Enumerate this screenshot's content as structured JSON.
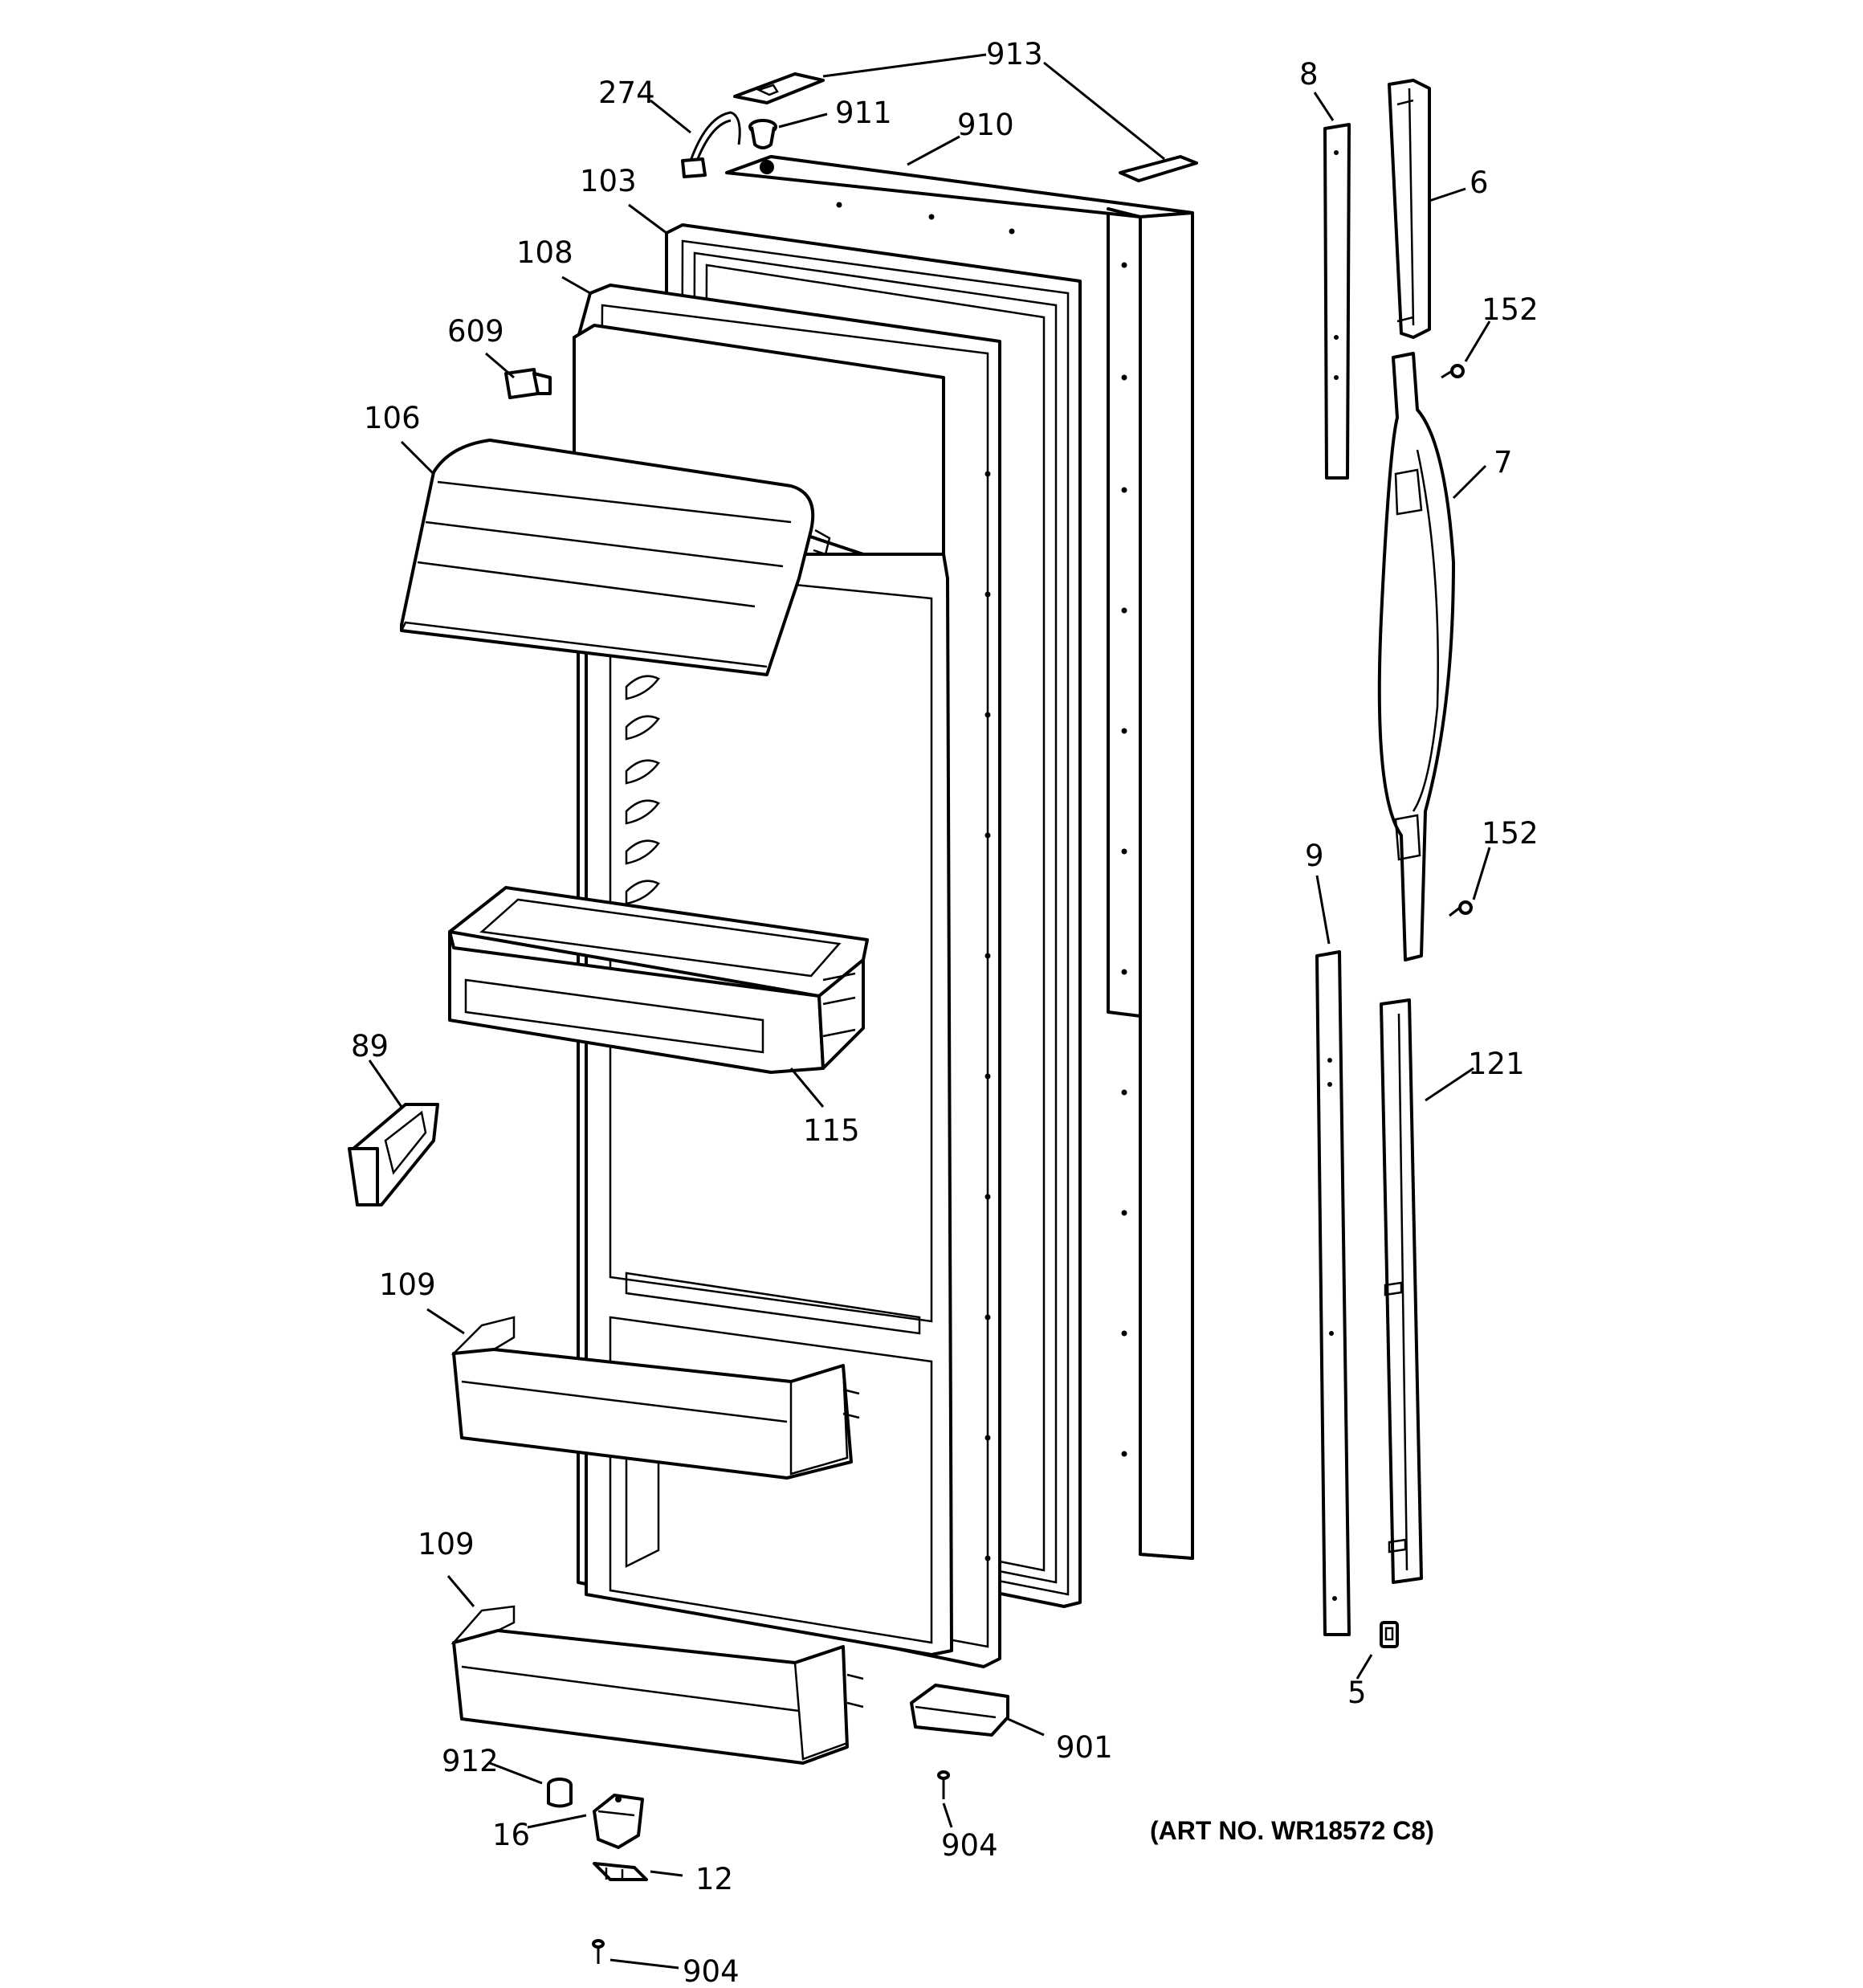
{
  "diagram": {
    "art_number": "(ART NO. WR18572 C8)",
    "parts": [
      {
        "id": "p913a",
        "label": "913",
        "name": "gasket-pad-top"
      },
      {
        "id": "p913b",
        "label": "913",
        "name": "gasket-pad-right"
      },
      {
        "id": "p274",
        "label": "274",
        "name": "door-switch-wire"
      },
      {
        "id": "p911",
        "label": "911",
        "name": "bushing-top"
      },
      {
        "id": "p910",
        "label": "910",
        "name": "door-outer-panel"
      },
      {
        "id": "p103",
        "label": "103",
        "name": "door-gasket"
      },
      {
        "id": "p108",
        "label": "108",
        "name": "door-liner-frame"
      },
      {
        "id": "p609",
        "label": "609",
        "name": "switch-cap"
      },
      {
        "id": "p106",
        "label": "106",
        "name": "dairy-compartment-door"
      },
      {
        "id": "p115",
        "label": "115",
        "name": "deep-door-bin"
      },
      {
        "id": "p89",
        "label": "89",
        "name": "can-rack"
      },
      {
        "id": "p109a",
        "label": "109",
        "name": "door-shelf-upper"
      },
      {
        "id": "p109b",
        "label": "109",
        "name": "door-shelf-lower"
      },
      {
        "id": "p912",
        "label": "912",
        "name": "hinge-bushing"
      },
      {
        "id": "p16",
        "label": "16",
        "name": "hinge-bracket"
      },
      {
        "id": "p12",
        "label": "12",
        "name": "hinge-pin-plate"
      },
      {
        "id": "p904a",
        "label": "904",
        "name": "screw-bottom"
      },
      {
        "id": "p901",
        "label": "901",
        "name": "door-stop"
      },
      {
        "id": "p904b",
        "label": "904",
        "name": "screw-mid"
      },
      {
        "id": "p8",
        "label": "8",
        "name": "trim-strip-upper"
      },
      {
        "id": "p6",
        "label": "6",
        "name": "handle-cap-top"
      },
      {
        "id": "p152a",
        "label": "152",
        "name": "handle-screw-upper"
      },
      {
        "id": "p7",
        "label": "7",
        "name": "door-handle"
      },
      {
        "id": "p152b",
        "label": "152",
        "name": "handle-screw-lower"
      },
      {
        "id": "p9",
        "label": "9",
        "name": "trim-strip-lower"
      },
      {
        "id": "p121",
        "label": "121",
        "name": "handle-trim-long"
      },
      {
        "id": "p5",
        "label": "5",
        "name": "handle-end-cap"
      }
    ]
  }
}
